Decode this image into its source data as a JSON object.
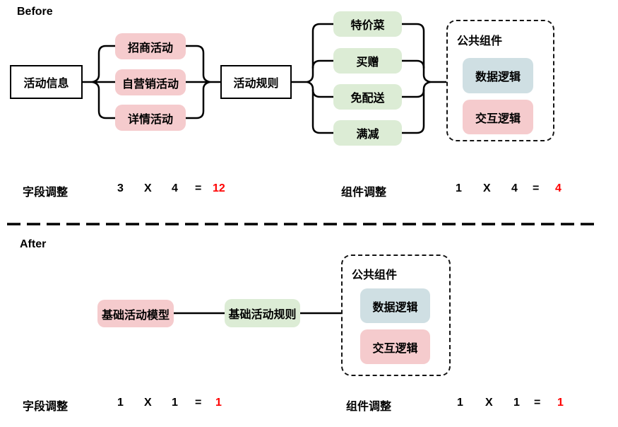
{
  "colors": {
    "pink": "#f5cbcd",
    "green": "#dcecd5",
    "blue": "#cfdfe3",
    "line": "#000000",
    "result_red": "#ff0000"
  },
  "before": {
    "title": "Before",
    "info_box": {
      "label": "活动信息"
    },
    "activities": [
      {
        "label": "招商活动"
      },
      {
        "label": "自营销活动"
      },
      {
        "label": "详情活动"
      }
    ],
    "rules_box": {
      "label": "活动规则"
    },
    "rules": [
      {
        "label": "特价菜"
      },
      {
        "label": "买赠"
      },
      {
        "label": "免配送"
      },
      {
        "label": "满减"
      }
    ],
    "common": {
      "title": "公共组件",
      "items": [
        {
          "label": "数据逻辑"
        },
        {
          "label": "交互逻辑"
        }
      ]
    },
    "stats": [
      {
        "label": "字段调整",
        "a": "3",
        "op": "X",
        "b": "4",
        "eq": "=",
        "result": "12"
      },
      {
        "label": "组件调整",
        "a": "1",
        "op": "X",
        "b": "4",
        "eq": "=",
        "result": "4"
      }
    ]
  },
  "after": {
    "title": "After",
    "model_box": {
      "label": "基础活动模型"
    },
    "rules_box": {
      "label": "基础活动规则"
    },
    "common": {
      "title": "公共组件",
      "items": [
        {
          "label": "数据逻辑"
        },
        {
          "label": "交互逻辑"
        }
      ]
    },
    "stats": [
      {
        "label": "字段调整",
        "a": "1",
        "op": "X",
        "b": "1",
        "eq": "=",
        "result": "1"
      },
      {
        "label": "组件调整",
        "a": "1",
        "op": "X",
        "b": "1",
        "eq": "=",
        "result": "1"
      }
    ]
  }
}
